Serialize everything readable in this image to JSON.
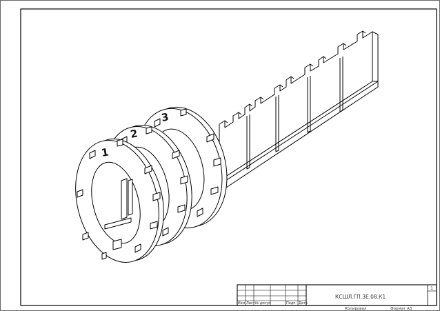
{
  "drawing": {
    "rings": [
      {
        "label": "1"
      },
      {
        "label": "2"
      },
      {
        "label": "3"
      }
    ],
    "title_block": {
      "designation": "КСШЛ.ГП.3Е.08.К1",
      "header_cells": [
        "Изм",
        "Лист",
        "№ докум",
        "Подп",
        "Дата"
      ],
      "copied_label": "Копировал",
      "format_label": "Формат А3",
      "sheet_number": "1"
    }
  }
}
